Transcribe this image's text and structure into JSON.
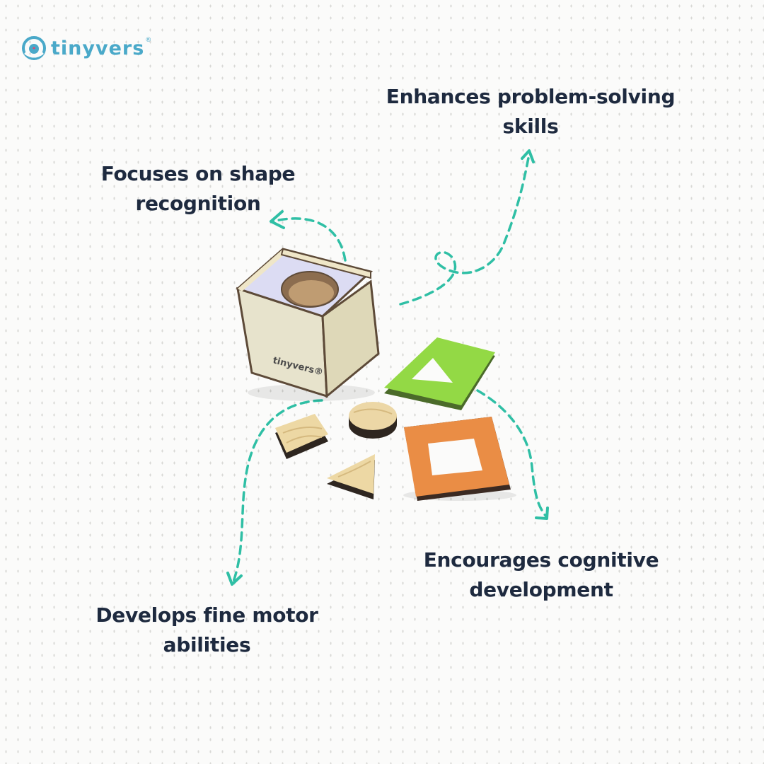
{
  "brand": {
    "name": "tinyvers",
    "registered_mark": "®",
    "cube_print": "tinyvers®",
    "accent_color": "#4aa9c9"
  },
  "features": [
    {
      "line1": "Focuses on shape",
      "line2": "recognition"
    },
    {
      "line1": "Enhances problem-solving",
      "line2": "skills"
    },
    {
      "line1": "Develops fine motor",
      "line2": "abilities"
    },
    {
      "line1": "Encourages cognitive",
      "line2": "development"
    }
  ],
  "colors": {
    "arrow": "#2fbfa5",
    "text": "#1e2a3f",
    "wood_light": "#e8e4cd",
    "wood_edge": "#5d4a38",
    "green_board": "#93d945",
    "orange_board": "#ea8d45",
    "lid_purple": "#dcdcf3"
  },
  "icons": [
    "brand-logo-icon",
    "dashed-arrow"
  ]
}
